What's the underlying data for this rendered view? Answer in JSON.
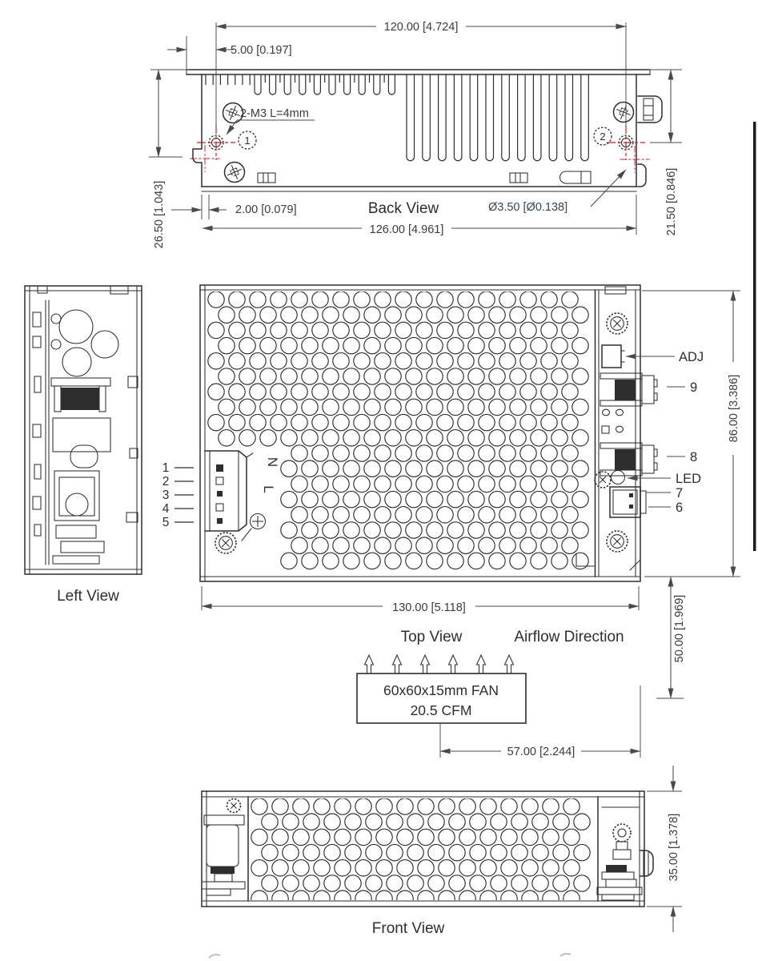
{
  "drawing_type": "power-supply-mechanical-drawing",
  "colors": {
    "line": "#2e2e2e",
    "dim": "#4a4a4a",
    "dim_text": "#3b3b3b",
    "red_centerline": "#cc2020",
    "diameter_text": "#31485c",
    "page_border": "#1c1c1c"
  },
  "back_view": {
    "title": "Back View",
    "dim_mount_width": "120.00 [4.724]",
    "dim_edge_offset": "5.00 [0.197]",
    "screw_note": "2-M3 L=4mm",
    "dim_side_offset": "2.00 [0.079]",
    "hole_diameter": "Ø3.50 [Ø0.138]",
    "dim_total_width": "126.00 [4.961]",
    "dim_height_left": "26.50 [1.043]",
    "dim_height_right": "21.50 [0.846]",
    "marker_1": "1",
    "marker_2": "2"
  },
  "left_view": {
    "title": "Left View"
  },
  "top_view": {
    "title": "Top View",
    "airflow_label": "Airflow Direction",
    "dim_length": "130.00 [5.118]",
    "dim_depth": "86.00 [3.386]",
    "dim_clearance": "50.00 [1.969]",
    "dim_fan_offset": "57.00 [2.244]",
    "fan_line1": "60x60x15mm FAN",
    "fan_line2": "20.5 CFM",
    "pins": [
      "1",
      "2",
      "3",
      "4",
      "5"
    ],
    "input_n": "N",
    "input_l": "L",
    "adj_label": "ADJ",
    "terminal_9": "9",
    "terminal_8": "8",
    "led_label": "LED",
    "pin_7": "7",
    "pin_6": "6"
  },
  "front_view": {
    "title": "Front View",
    "dim_height": "35.00 [1.378]"
  }
}
